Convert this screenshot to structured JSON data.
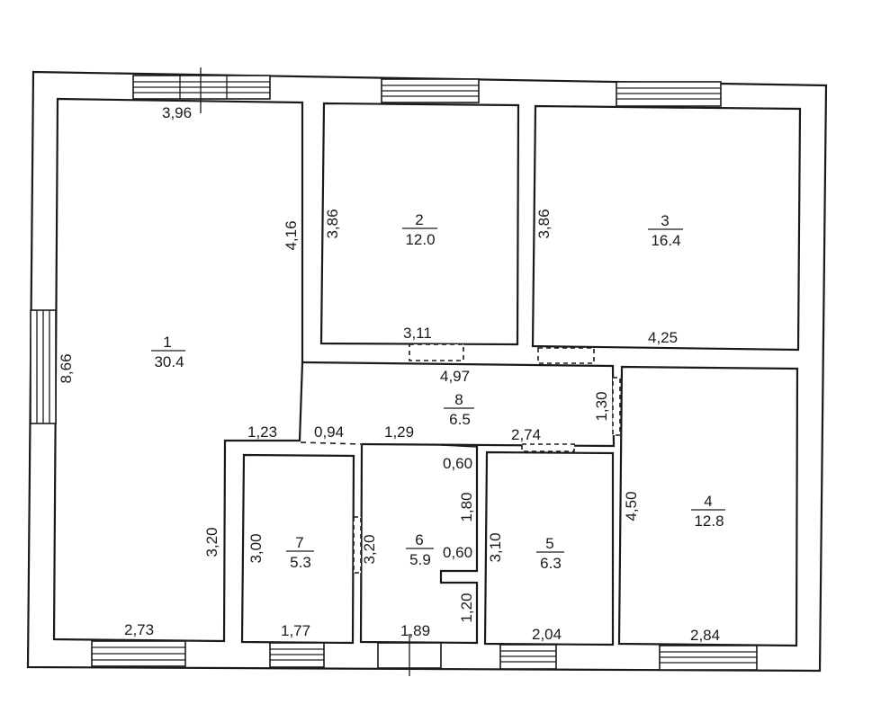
{
  "rooms": [
    {
      "id": "1",
      "area": "30.4"
    },
    {
      "id": "2",
      "area": "12.0"
    },
    {
      "id": "3",
      "area": "16.4"
    },
    {
      "id": "4",
      "area": "12.8"
    },
    {
      "id": "5",
      "area": "6.3"
    },
    {
      "id": "6",
      "area": "5.9"
    },
    {
      "id": "7",
      "area": "5.3"
    },
    {
      "id": "8",
      "area": "6.5"
    }
  ],
  "dimensions": {
    "r1_top": "3,96",
    "r1_left": "8,66",
    "r1_right_upper": "4,16",
    "r1_bottom": "2,73",
    "r1_right_lower": "3,20",
    "r1_step": "1,23",
    "r2_left": "3,86",
    "r2_bottom": "3,11",
    "r3_left": "3,86",
    "r3_bottom": "4,25",
    "hall_top": "4,97",
    "hall_seg_a": "0,94",
    "hall_seg_b": "1,29",
    "hall_seg_c": "2,74",
    "hall_right": "1,30",
    "r4_left": "4,50",
    "r4_bottom": "2,84",
    "r7_left": "3,00",
    "r7_bottom": "1,77",
    "r6_left": "3,20",
    "r6_bottom": "1,89",
    "r6_wall_top": "0,60",
    "r6_wall_upper": "1,80",
    "r6_wall_gap": "0,60",
    "r6_wall_lower": "1,20",
    "r5_left": "3,10",
    "r5_bottom": "2,04"
  },
  "colors": {
    "line": "#1a1a1a",
    "background": "#ffffff"
  }
}
